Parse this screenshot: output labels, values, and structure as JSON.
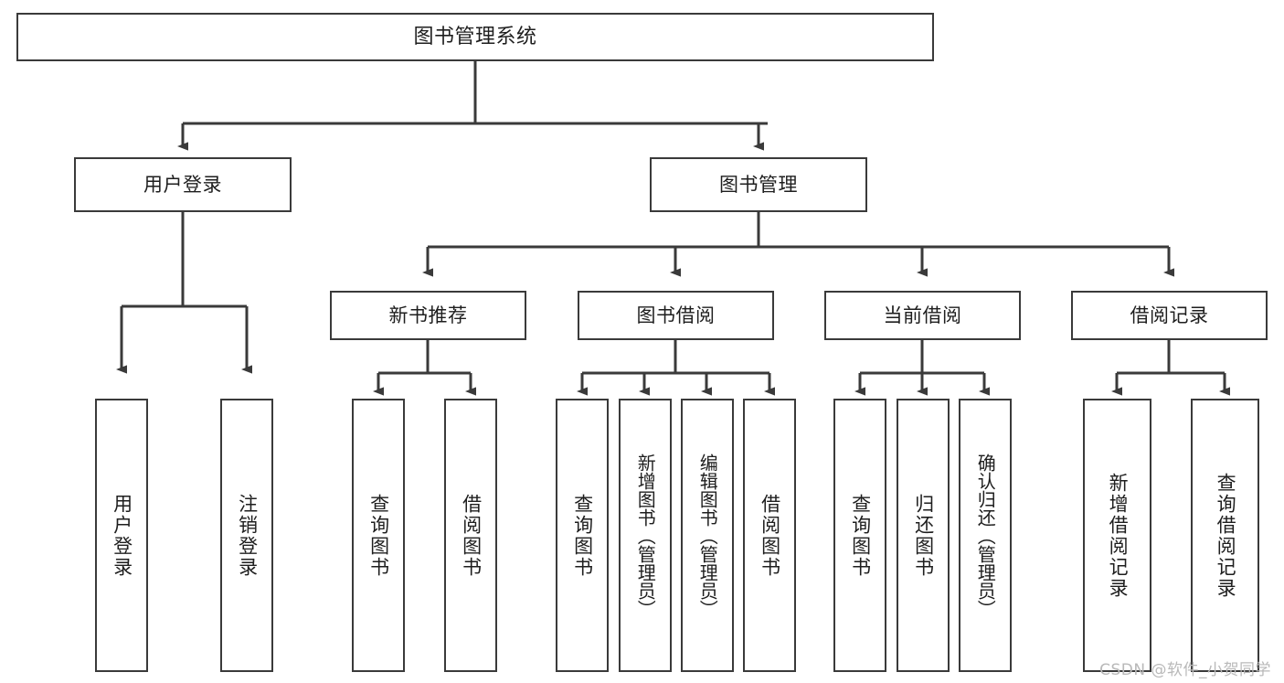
{
  "diagram": {
    "title": "图书管理系统",
    "type": "tree-hierarchy",
    "watermark": "CSDN @软件_小贺同学",
    "colors": {
      "background": "#ffffff",
      "box_border": "#3a3a3a",
      "box_fill": "#ffffff",
      "connector": "#3a3a3a",
      "text": "#1e1e1e",
      "watermark": "#b9b9b9"
    },
    "root": {
      "label": "图书管理系统"
    },
    "level2": [
      {
        "label": "用户登录"
      },
      {
        "label": "图书管理"
      }
    ],
    "level3": [
      {
        "label": "新书推荐"
      },
      {
        "label": "图书借阅"
      },
      {
        "label": "当前借阅"
      },
      {
        "label": "借阅记录"
      }
    ],
    "leaves": {
      "user_login": [
        {
          "label": "用户登录"
        },
        {
          "label": "注销登录"
        }
      ],
      "new_book": [
        {
          "label": "查询图书"
        },
        {
          "label": "借阅图书"
        }
      ],
      "book_borrow": [
        {
          "label": "查询图书"
        },
        {
          "label": "新增图书（管理员）"
        },
        {
          "label": "编辑图书（管理员）"
        },
        {
          "label": "借阅图书"
        }
      ],
      "current_borrow": [
        {
          "label": "查询图书"
        },
        {
          "label": "归还图书"
        },
        {
          "label": "确认归还（管理员）"
        }
      ],
      "borrow_record": [
        {
          "label": "新增借阅记录"
        },
        {
          "label": "查询借阅记录"
        }
      ]
    }
  }
}
